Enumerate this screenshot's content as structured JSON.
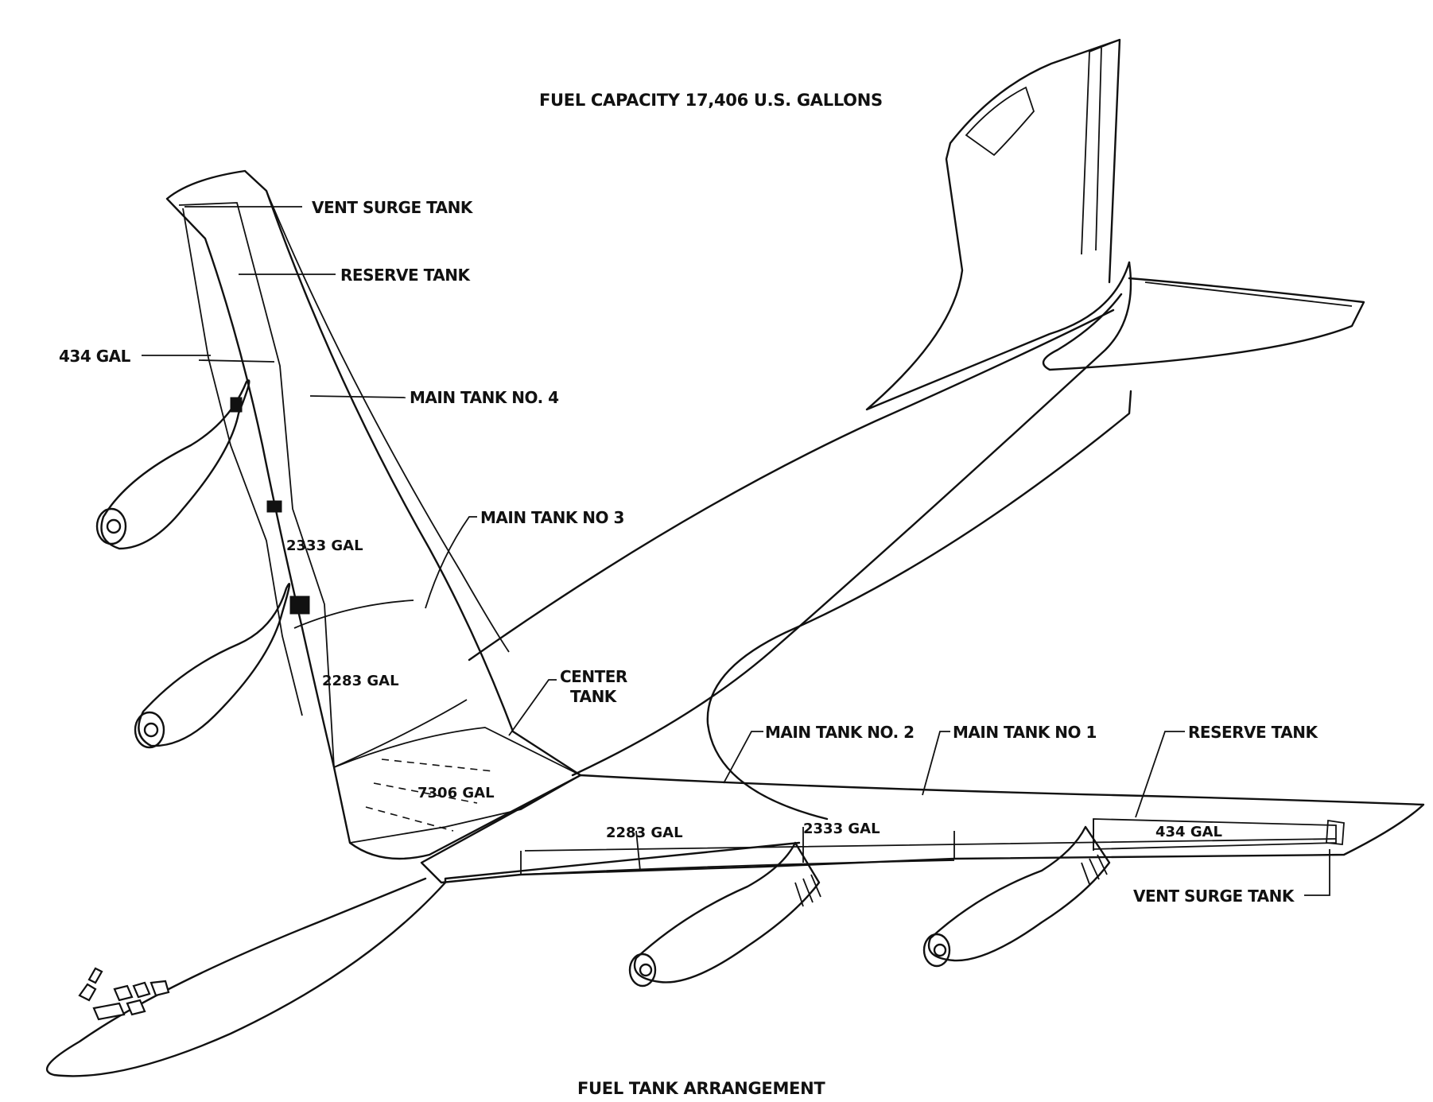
{
  "header": {
    "fuel_capacity": "FUEL CAPACITY  17,406 U.S. GALLONS"
  },
  "caption": "FUEL TANK ARRANGEMENT",
  "left_wing_labels": {
    "vent_surge_tank": "VENT SURGE TANK",
    "reserve_tank": "RESERVE TANK",
    "reserve_gal": "434 GAL",
    "main_tank_4": "MAIN TANK NO. 4",
    "main_tank_3": "MAIN TANK NO  3",
    "main_4_gal": "2333 GAL",
    "main_3_gal": "2283 GAL"
  },
  "center_labels": {
    "center_tank_line1": "CENTER",
    "center_tank_line2": "TANK",
    "center_gal": "7306 GAL"
  },
  "right_wing_labels": {
    "main_tank_2": "MAIN TANK NO. 2",
    "main_tank_1": "MAIN TANK NO  1",
    "reserve_tank": "RESERVE TANK",
    "main_2_gal": "2283 GAL",
    "main_1_gal": "2333 GAL",
    "reserve_gal": "434 GAL",
    "vent_surge_tank": "VENT SURGE TANK"
  }
}
